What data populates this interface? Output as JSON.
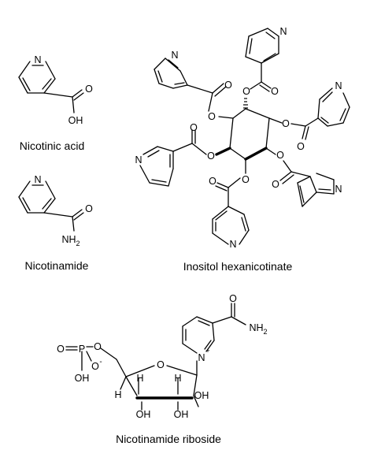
{
  "atoms": {
    "N": "N",
    "O": "O",
    "OH": "OH",
    "NH": "NH",
    "sub2": "2",
    "P": "P",
    "H": "H",
    "plus": "+",
    "minus": "-"
  },
  "captions": {
    "nicotinic_acid": "Nicotinic acid",
    "nicotinamide": "Nicotinamide",
    "inositol": "Inositol hexanicotinate",
    "riboside": "Nicotinamide riboside"
  }
}
